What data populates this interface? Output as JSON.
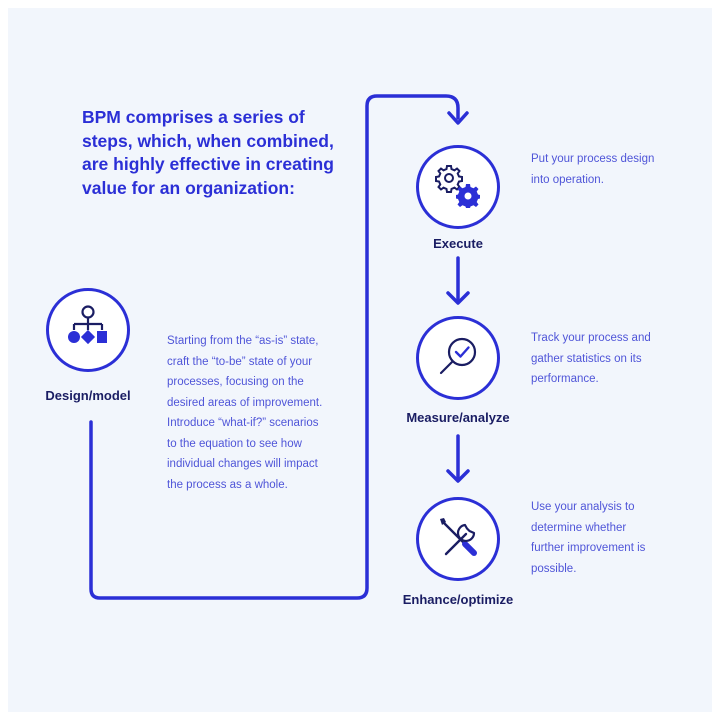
{
  "title": "BPM comprises a series of steps, which, when combined, are highly effective in creating value for an organization:",
  "colors": {
    "accent": "#2b2fd6",
    "label": "#1a1d63",
    "text": "#4f55d8",
    "background": "#f2f6fc"
  },
  "steps": [
    {
      "label": "Design/model",
      "icon": "flowchart-icon",
      "description": "Starting from the “as-is” state, craft the “to-be” state of your processes, focusing on the desired areas of improvement. Introduce “what-if?” scenarios to the equation to see how individual changes will impact the process as a whole."
    },
    {
      "label": "Execute",
      "icon": "gears-icon",
      "description": "Put your process design into operation."
    },
    {
      "label": "Measure/analyze",
      "icon": "magnifier-check-icon",
      "description": "Track your process and gather statistics on its performance."
    },
    {
      "label": "Enhance/optimize",
      "icon": "tools-icon",
      "description": "Use your analysis to determine whether further improvement is possible."
    }
  ]
}
